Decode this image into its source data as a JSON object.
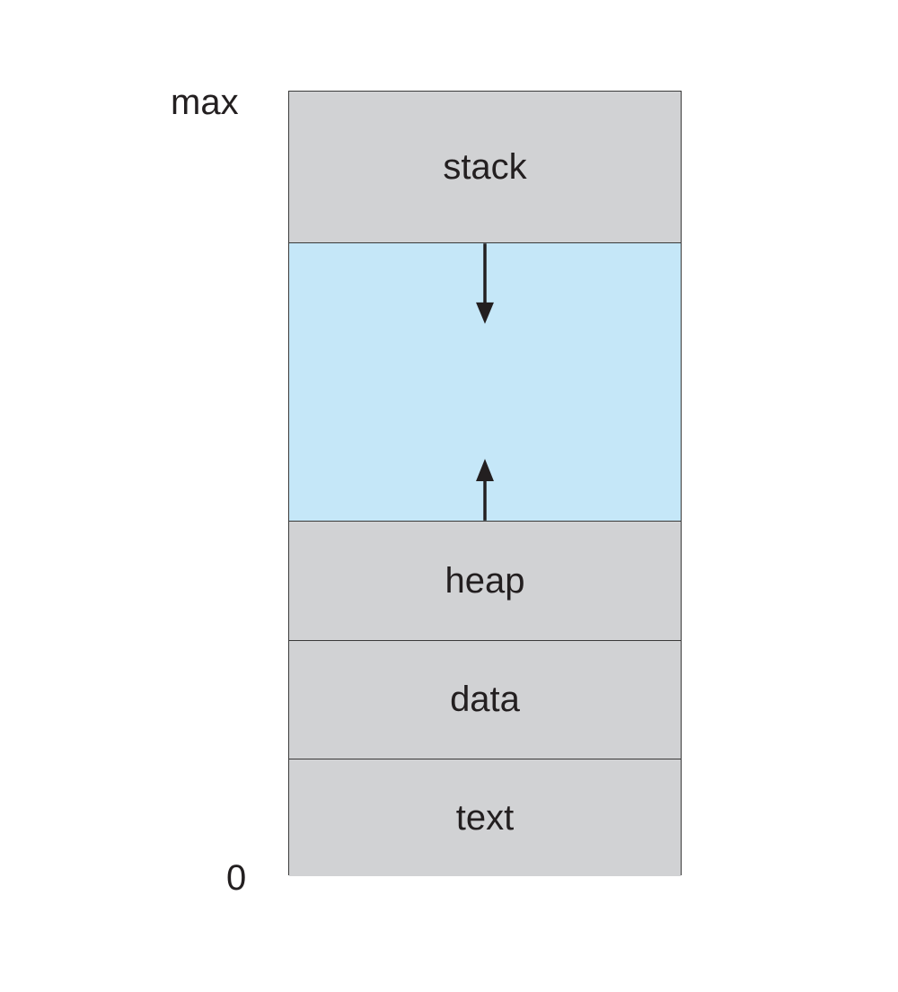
{
  "address_labels": {
    "top": "max",
    "bottom": "0"
  },
  "segments": {
    "stack": "stack",
    "heap": "heap",
    "data": "data",
    "text": "text"
  },
  "colors": {
    "segment_fill": "#d1d2d4",
    "free_space_fill": "#c5e7f8",
    "border": "#3a3a3a",
    "text": "#231f20"
  },
  "arrows": {
    "stack_growth": "down",
    "heap_growth": "up"
  }
}
